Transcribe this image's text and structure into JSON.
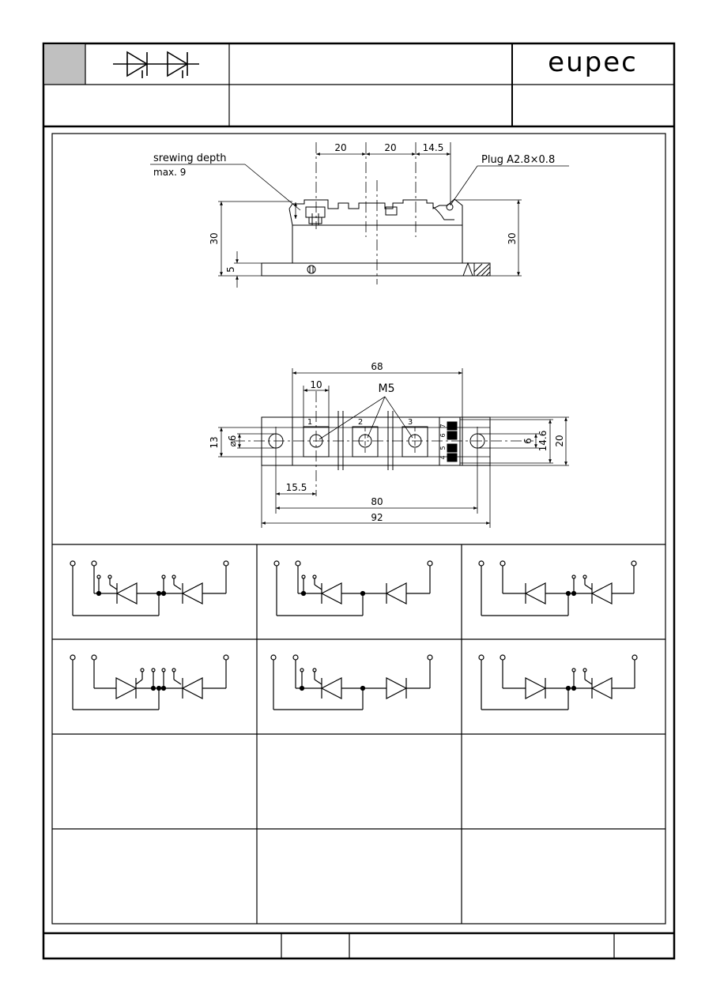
{
  "title_block": {
    "brand": "eupec"
  },
  "side_view": {
    "screwing_label": "srewing depth",
    "screwing_value": "max. 9",
    "plug_label": "Plug A2.8×0.8",
    "dims": {
      "pitch1": "20",
      "pitch2": "20",
      "edge": "14.5",
      "height_left": "30",
      "height_right": "30",
      "base": "5"
    }
  },
  "top_view": {
    "dims": {
      "width_68": "68",
      "width_10": "10",
      "offset_15_5": "15.5",
      "pitch_80": "80",
      "overall_92": "92",
      "height_13": "13",
      "hole_dia": "⌀6",
      "gap_6": "6",
      "inner_14_6": "14.6",
      "outer_20": "20"
    },
    "thread_label": "M5",
    "terminals": [
      "1",
      "2",
      "3"
    ],
    "aux_pins": [
      "7",
      "6",
      "5",
      "4"
    ]
  }
}
